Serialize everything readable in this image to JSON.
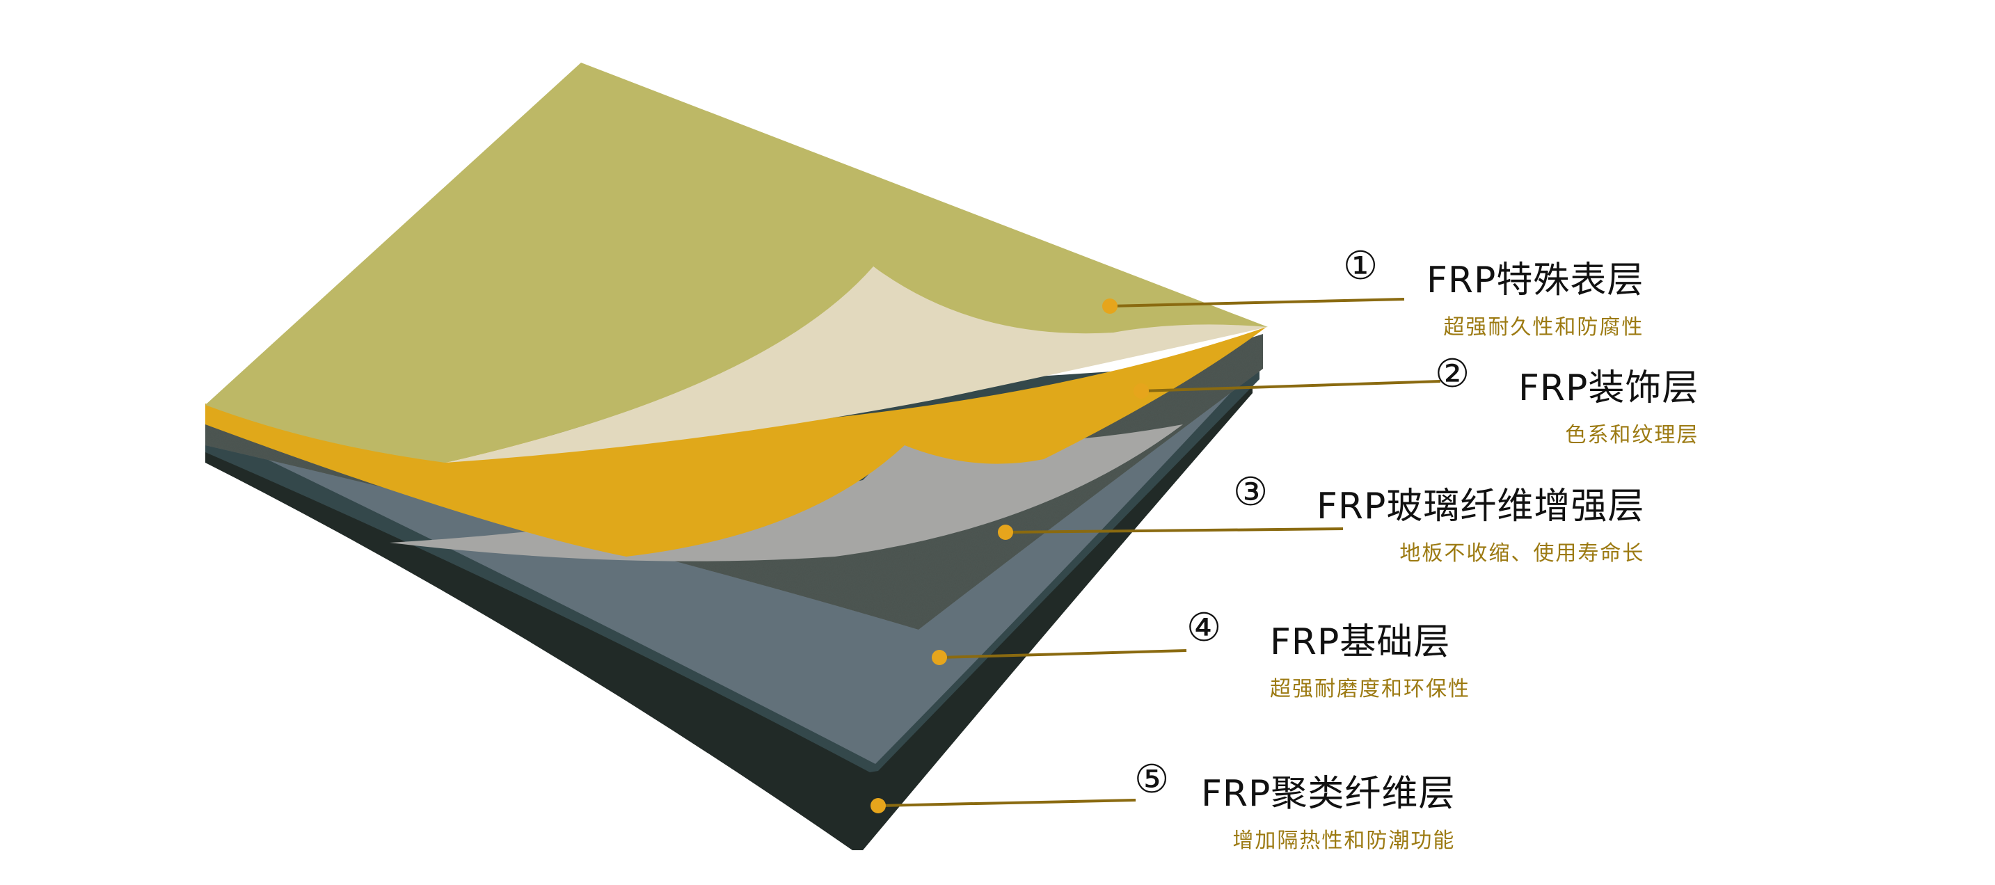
{
  "layers": [
    {
      "number": "①",
      "title": "FRP特殊表层",
      "subtitle": "超强耐久性和防腐性",
      "color": "#BDB866"
    },
    {
      "number": "②",
      "title": "FRP装饰层",
      "subtitle": "色系和纹理层",
      "color": "#E0A81A"
    },
    {
      "number": "③",
      "title": "FRP玻璃纤维增强层",
      "subtitle": "地板不收缩、使用寿命长",
      "color": "#4E5753"
    },
    {
      "number": "④",
      "title": "FRP基础层",
      "subtitle": "超强耐磨度和环保性",
      "color": "#62717A"
    },
    {
      "number": "⑤",
      "title": "FRP聚类纤维层",
      "subtitle": "增加隔热性和防潮功能",
      "color": "#212A27"
    }
  ],
  "colors": {
    "leader_line": "#8A6A10",
    "marker_dot": "#E6A51C",
    "peel_cream": "#E2D9BE",
    "peel_gray": "#A6A6A4"
  }
}
